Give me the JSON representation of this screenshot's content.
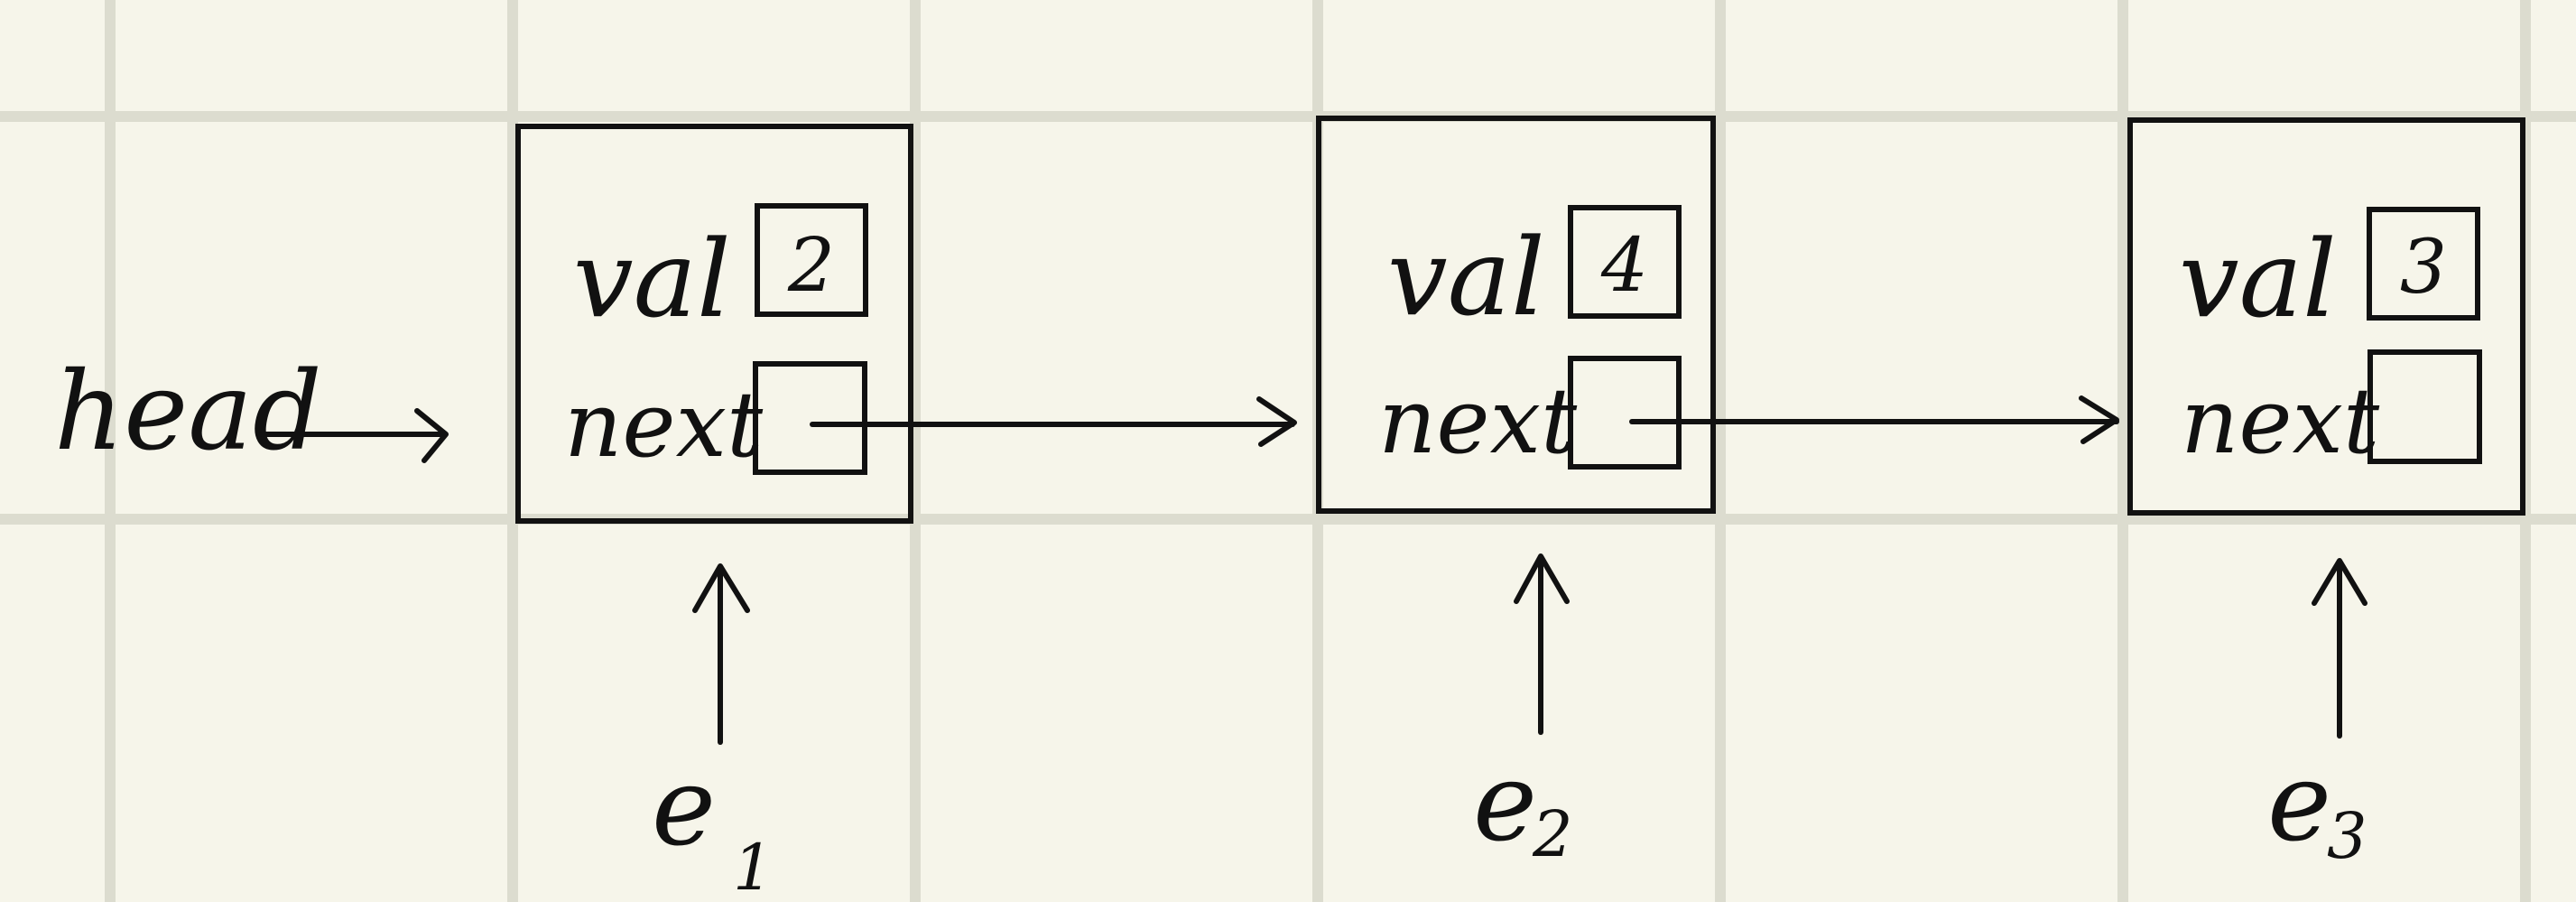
{
  "head_label": "head",
  "nodes": [
    {
      "val_label": "val",
      "value": "2",
      "next_label": "next",
      "pointer_label": "e",
      "pointer_sub": "1"
    },
    {
      "val_label": "val",
      "value": "4",
      "next_label": "next",
      "pointer_label": "e",
      "pointer_sub": "2"
    },
    {
      "val_label": "val",
      "value": "3",
      "next_label": "next",
      "pointer_label": "e",
      "pointer_sub": "3"
    }
  ],
  "colors": {
    "background": "#f6f5ea",
    "grid": "#dcdccf",
    "ink": "#111111"
  }
}
